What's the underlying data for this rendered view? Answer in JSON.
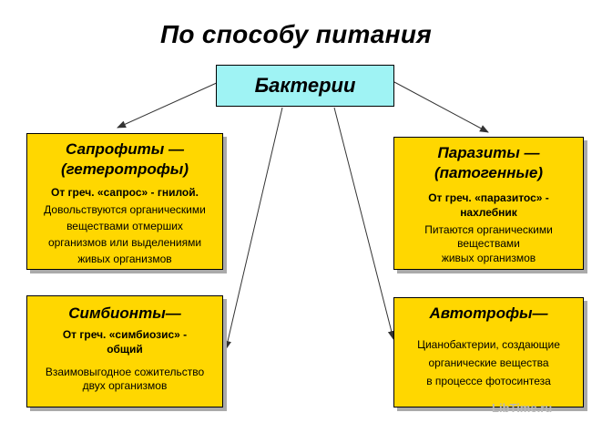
{
  "title": "По способу питания",
  "center": "Бактерии",
  "cards": [
    {
      "heading": [
        "Сапрофиты —",
        "(гетеротрофы)"
      ],
      "etymology": [
        "От греч. «сапрос» - гнилой."
      ],
      "description": [
        "Довольствуются органическими",
        "веществами отмерших",
        "организмов или выделениями",
        "живых организмов"
      ]
    },
    {
      "heading": [
        "Паразиты —",
        "(патогенные)"
      ],
      "etymology": [
        "От греч. «паразитос» -",
        "нахлебник"
      ],
      "description": [
        "Питаются органическими",
        "веществами",
        "живых организмов"
      ]
    },
    {
      "heading": [
        "Симбионты—"
      ],
      "etymology": [
        "От греч. «симбиозис» -",
        "общий"
      ],
      "description": [
        "Взаимовыгодное сожительство",
        "двух организмов"
      ]
    },
    {
      "heading": [
        "Автотрофы—"
      ],
      "etymology": [],
      "description": [
        "Цианобактерии, создающие",
        "органические вещества",
        "в процессе фотосинтеза"
      ]
    }
  ],
  "watermark": "LibTime.ru",
  "colors": {
    "center_fill": "#9ff3f4",
    "card_fill": "#ffd700"
  }
}
